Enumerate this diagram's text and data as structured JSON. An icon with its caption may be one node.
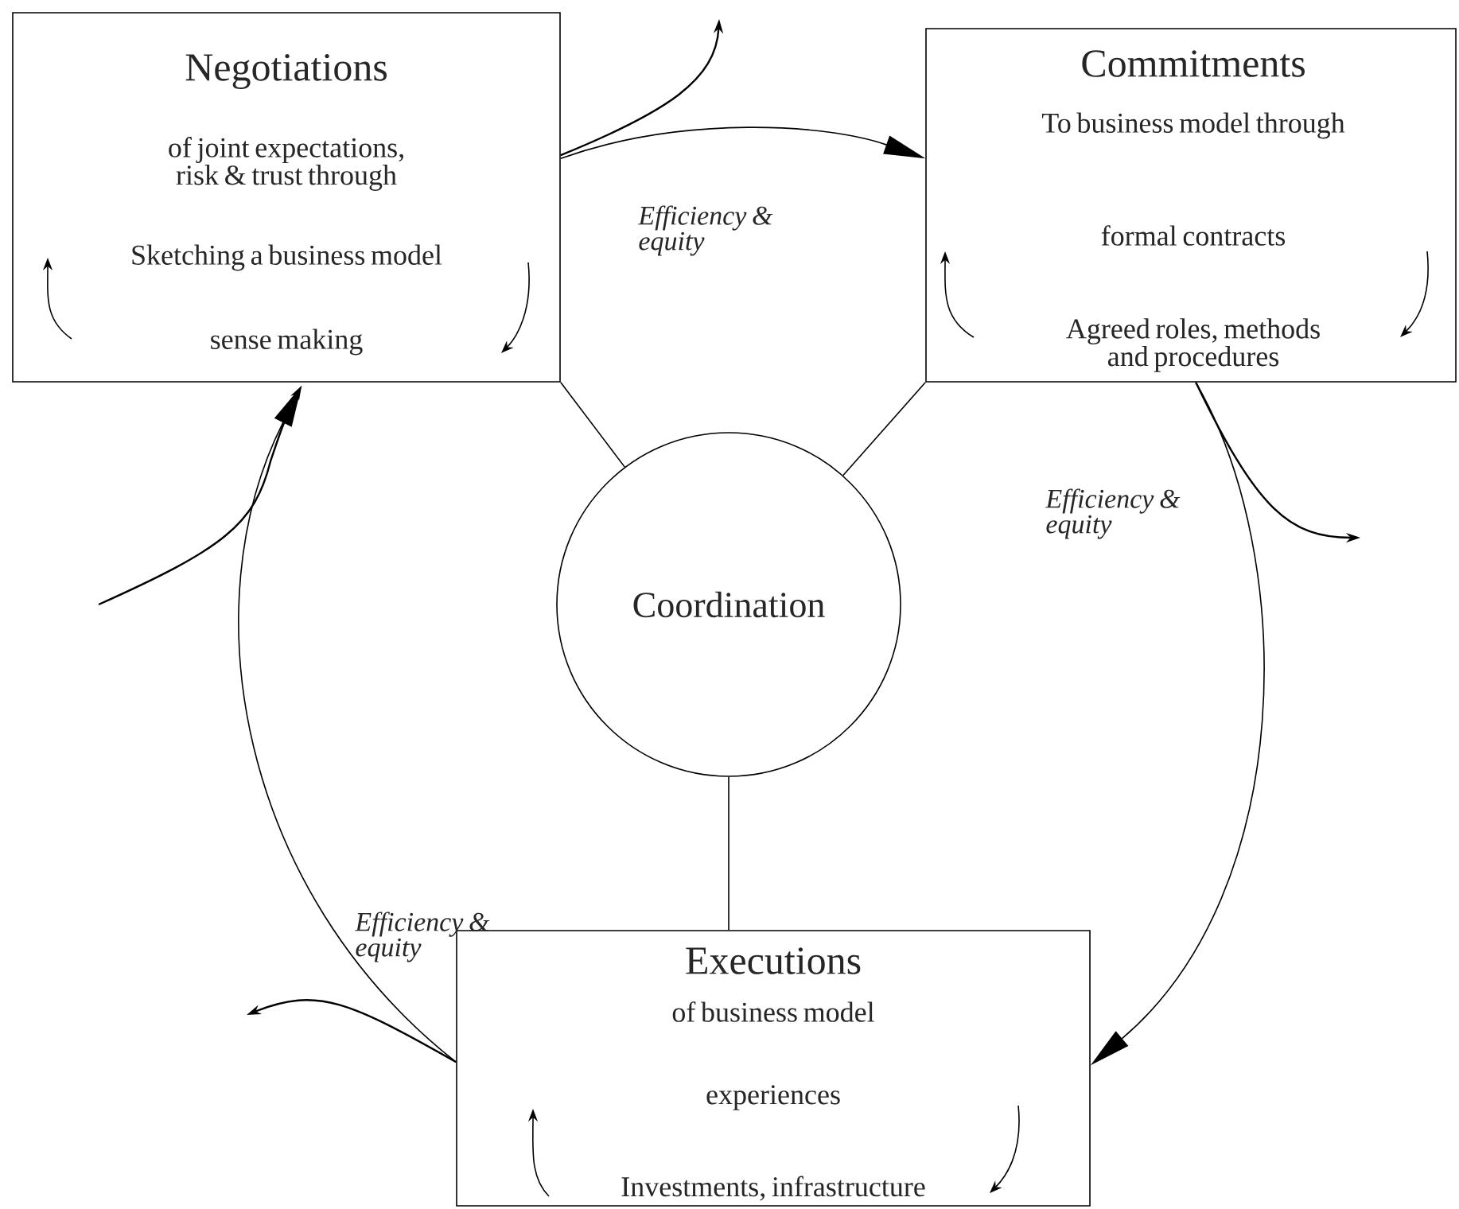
{
  "diagram": {
    "nodes": [
      {
        "text": [
          "Negotiations",
          "of joint expectations, risk & trust through",
          "Sketching a business model",
          "sense making"
        ]
      },
      {
        "text": [
          "Commitments",
          "To business model through",
          "formal contracts",
          "Agreed roles, methods and procedures"
        ]
      },
      {
        "text": [
          "Coordination"
        ]
      },
      {
        "text": [
          "Executions",
          "of business model",
          "experiences",
          "Investments, infrastructure"
        ]
      }
    ],
    "edges": [
      {
        "from": 0,
        "to": 1,
        "arrow": "to",
        "label": "Efficiency & equity"
      },
      {
        "from": 1,
        "to": 3,
        "arrow": "to",
        "label": "Efficiency & equity"
      },
      {
        "from": 3,
        "to": 0,
        "arrow": "to",
        "label": "Efficiency & equity"
      },
      {
        "from": 0,
        "to": 2,
        "arrow": "none"
      },
      {
        "from": 1,
        "to": 2,
        "arrow": "none"
      },
      {
        "from": 3,
        "to": 2,
        "arrow": "none"
      },
      {
        "from": 0,
        "to": null,
        "arrow": "to"
      },
      {
        "from": 1,
        "to": null,
        "arrow": "to"
      },
      {
        "from": 3,
        "to": null,
        "arrow": "to"
      },
      {
        "from": null,
        "to": 0,
        "arrow": "to"
      }
    ]
  }
}
